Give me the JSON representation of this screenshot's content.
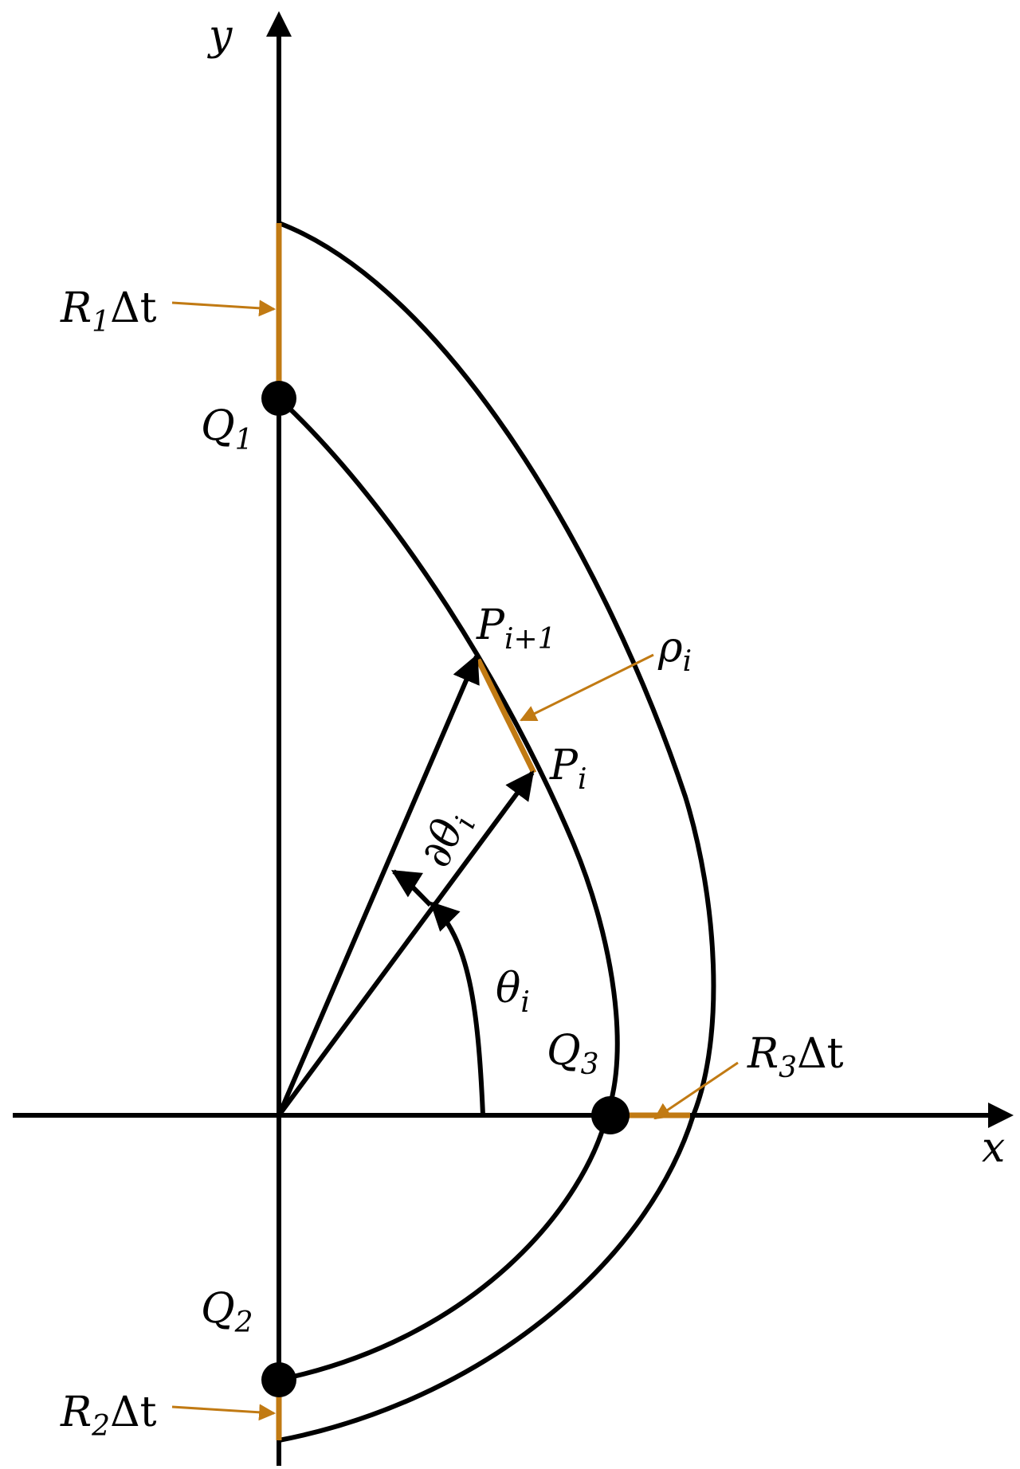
{
  "colors": {
    "ink": "#000000",
    "accent": "#c17a13"
  },
  "axes": {
    "x_label": "x",
    "y_label": "y"
  },
  "labels": {
    "r1": {
      "main": "R",
      "sub": "1",
      "tail": "Δt"
    },
    "r2": {
      "main": "R",
      "sub": "2",
      "tail": "Δt"
    },
    "r3": {
      "main": "R",
      "sub": "3",
      "tail": "Δt"
    },
    "q1": {
      "main": "Q",
      "sub": "1"
    },
    "q2": {
      "main": "Q",
      "sub": "2"
    },
    "q3": {
      "main": "Q",
      "sub": "3"
    },
    "p_next": {
      "main": "P",
      "sub": "i+1"
    },
    "p_i": {
      "main": "P",
      "sub": "i"
    },
    "rho": {
      "main": "ρ",
      "sub": "i"
    },
    "theta": {
      "main": "θ",
      "sub": "i"
    },
    "dtheta": {
      "main": "∂θ",
      "sub": "i"
    }
  }
}
